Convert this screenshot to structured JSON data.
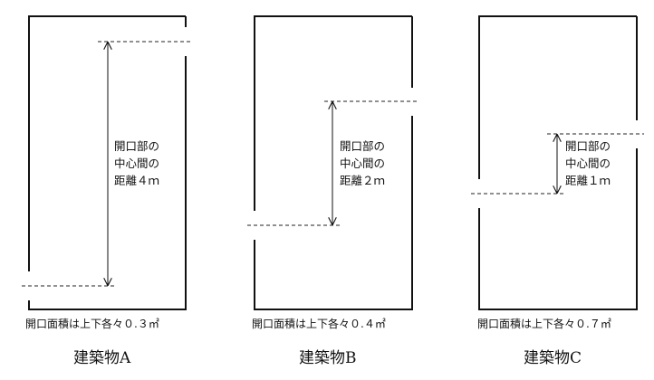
{
  "buildings": [
    {
      "id": "A",
      "title": "建築物A",
      "label_lines": [
        "開口部の",
        "中心間の",
        "距離４ｍ"
      ],
      "area_text": "開口面積は上下各々０.３㎡"
    },
    {
      "id": "B",
      "title": "建築物B",
      "label_lines": [
        "開口部の",
        "中心間の",
        "距離２ｍ"
      ],
      "area_text": "開口面積は上下各々０.４㎡"
    },
    {
      "id": "C",
      "title": "建築物C",
      "label_lines": [
        "開口部の",
        "中心間の",
        "距離１ｍ"
      ],
      "area_text": "開口面積は上下各々０.７㎡"
    }
  ]
}
